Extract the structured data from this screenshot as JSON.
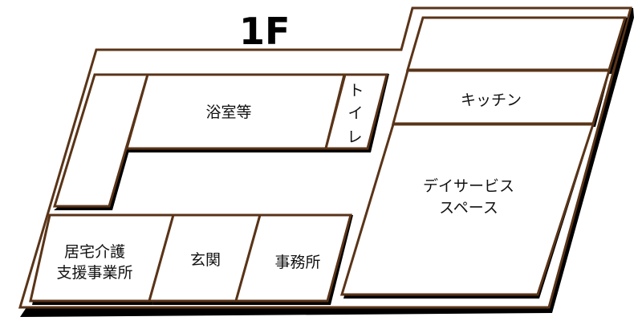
{
  "floor": {
    "title": "1F"
  },
  "rooms": {
    "bathroom": "浴室等",
    "toilet": [
      "ト",
      "イ",
      "レ"
    ],
    "kitchen": "キッチン",
    "day_service": [
      "デイサービス",
      "スペース"
    ],
    "home_care_support": [
      "居宅介護",
      "支援事業所"
    ],
    "entrance": "玄関",
    "office": "事務所"
  },
  "colors": {
    "wall": "#5a3418",
    "shadow": "#000000",
    "fill": "#ffffff"
  }
}
